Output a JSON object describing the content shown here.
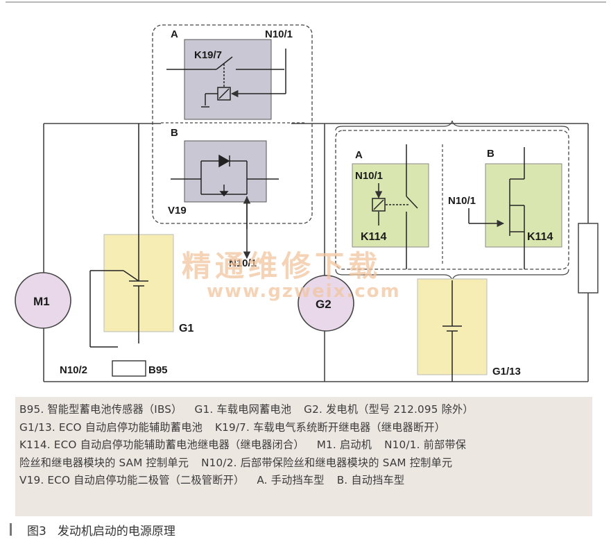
{
  "diagram": {
    "labels": {
      "a_top": "A",
      "k19_7": "K19/7",
      "n10_1_top": "N10/1",
      "b_top": "B",
      "v19": "V19",
      "n10_1_mid": "N10/1",
      "m1": "M1",
      "g1": "G1",
      "n10_2": "N10/2",
      "b95": "B95",
      "g2": "G2",
      "a_right": "A",
      "n10_1_right_a": "N10/1",
      "k114_a": "K114",
      "b_right": "B",
      "n10_1_right_b": "N10/1",
      "k114_b": "K114",
      "g1_13": "G1/13"
    },
    "watermark": {
      "cn": "精通维修下载",
      "url": "www.gzweix.com"
    },
    "colors": {
      "relay_box": "#c9c7d3",
      "battery_box": "#f5edb3",
      "green_box": "#d9e6b0",
      "motor_fill": "#e8d8ea",
      "watermark": "#f2c49d",
      "line": "#3a3a3a"
    }
  },
  "legend": [
    [
      "B95. 智能型蓄电池传感器（IBS）",
      "G1. 车载电网蓄电池",
      "G2. 发电机（型号 212.095 除外）"
    ],
    [
      "G1/13. ECO 自动启停功能辅助蓄电池",
      "K19/7. 车载电气系统断开继电器（继电器断开）"
    ],
    [
      "K114. ECO 自动启停功能辅助蓄电池继电器（继电器闭合）",
      "M1. 启动机",
      "N10/1. 前部带保"
    ],
    [
      "险丝和继电器模块的 SAM 控制单元",
      "N10/2. 后部带保险丝和继电器模块的 SAM 控制单元"
    ],
    [
      "V19. ECO 自动启停功能二极管（二极管断开）",
      "A. 手动挡车型",
      "B. 自动挡车型"
    ]
  ],
  "caption": {
    "num": "图3",
    "title": "发动机启动的电源原理"
  }
}
